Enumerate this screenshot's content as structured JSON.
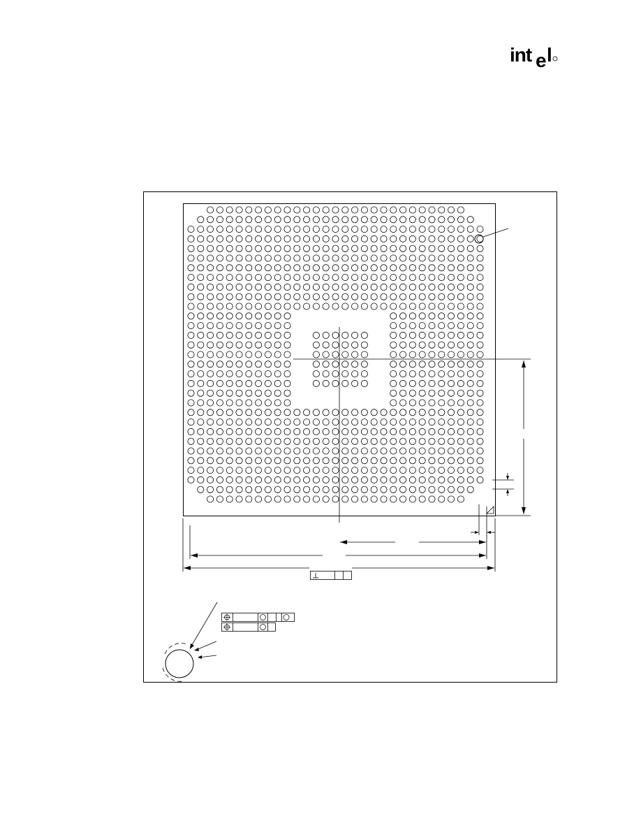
{
  "header": {
    "logo_name": "intel-logo",
    "logo_text": "intel"
  },
  "figure": {
    "kind": "package-ball-map",
    "outline_color": "#000000",
    "grid": {
      "columns": 31,
      "rows": 31,
      "corner_depopulated_per_side": 1,
      "center_void": {
        "col_start": 11,
        "col_end": 21,
        "row_start": 11,
        "row_end": 21
      },
      "center_island": {
        "col_start": 13,
        "col_end": 19,
        "row_start": 13,
        "row_end": 19
      }
    },
    "datum_frame_cells": 3,
    "tolerance_frames": [
      {
        "symbol": "position-icon",
        "cells": 4
      },
      {
        "symbol": "position-icon",
        "cells": 3
      }
    ]
  }
}
